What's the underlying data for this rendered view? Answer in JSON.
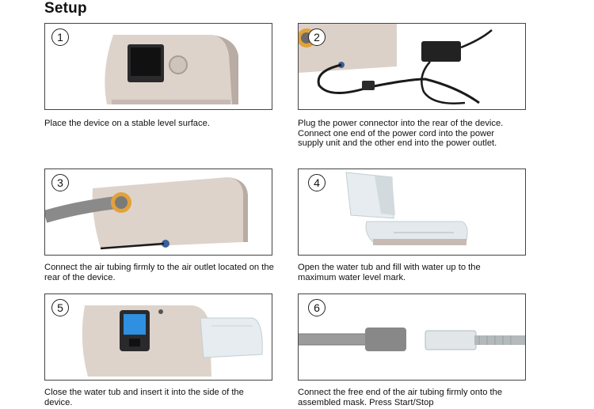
{
  "title": "Setup",
  "steps": [
    {
      "number": "1",
      "caption": "Place the device on a stable level surface."
    },
    {
      "number": "2",
      "caption": "Plug the power connector into the rear of the device. Connect one end of the power cord into the power supply unit and the other end into the power outlet."
    },
    {
      "number": "3",
      "caption": "Connect the air tubing firmly to the air outlet located on the rear of the device."
    },
    {
      "number": "4",
      "caption": "Open the water tub and fill with water up to the maximum water level mark."
    },
    {
      "number": "5",
      "caption": "Close the water tub and insert it into the side of the device."
    },
    {
      "number": "6",
      "caption": "Connect the free end of the air tubing firmly onto the assembled mask. Press Start/Stop"
    }
  ],
  "colors": {
    "device": "#d9cfc7",
    "device_shadow": "#b8aba2",
    "tubing": "#8a8a8a",
    "orange_ring": "#e2a23a",
    "screen_blue": "#2f8fe0"
  }
}
